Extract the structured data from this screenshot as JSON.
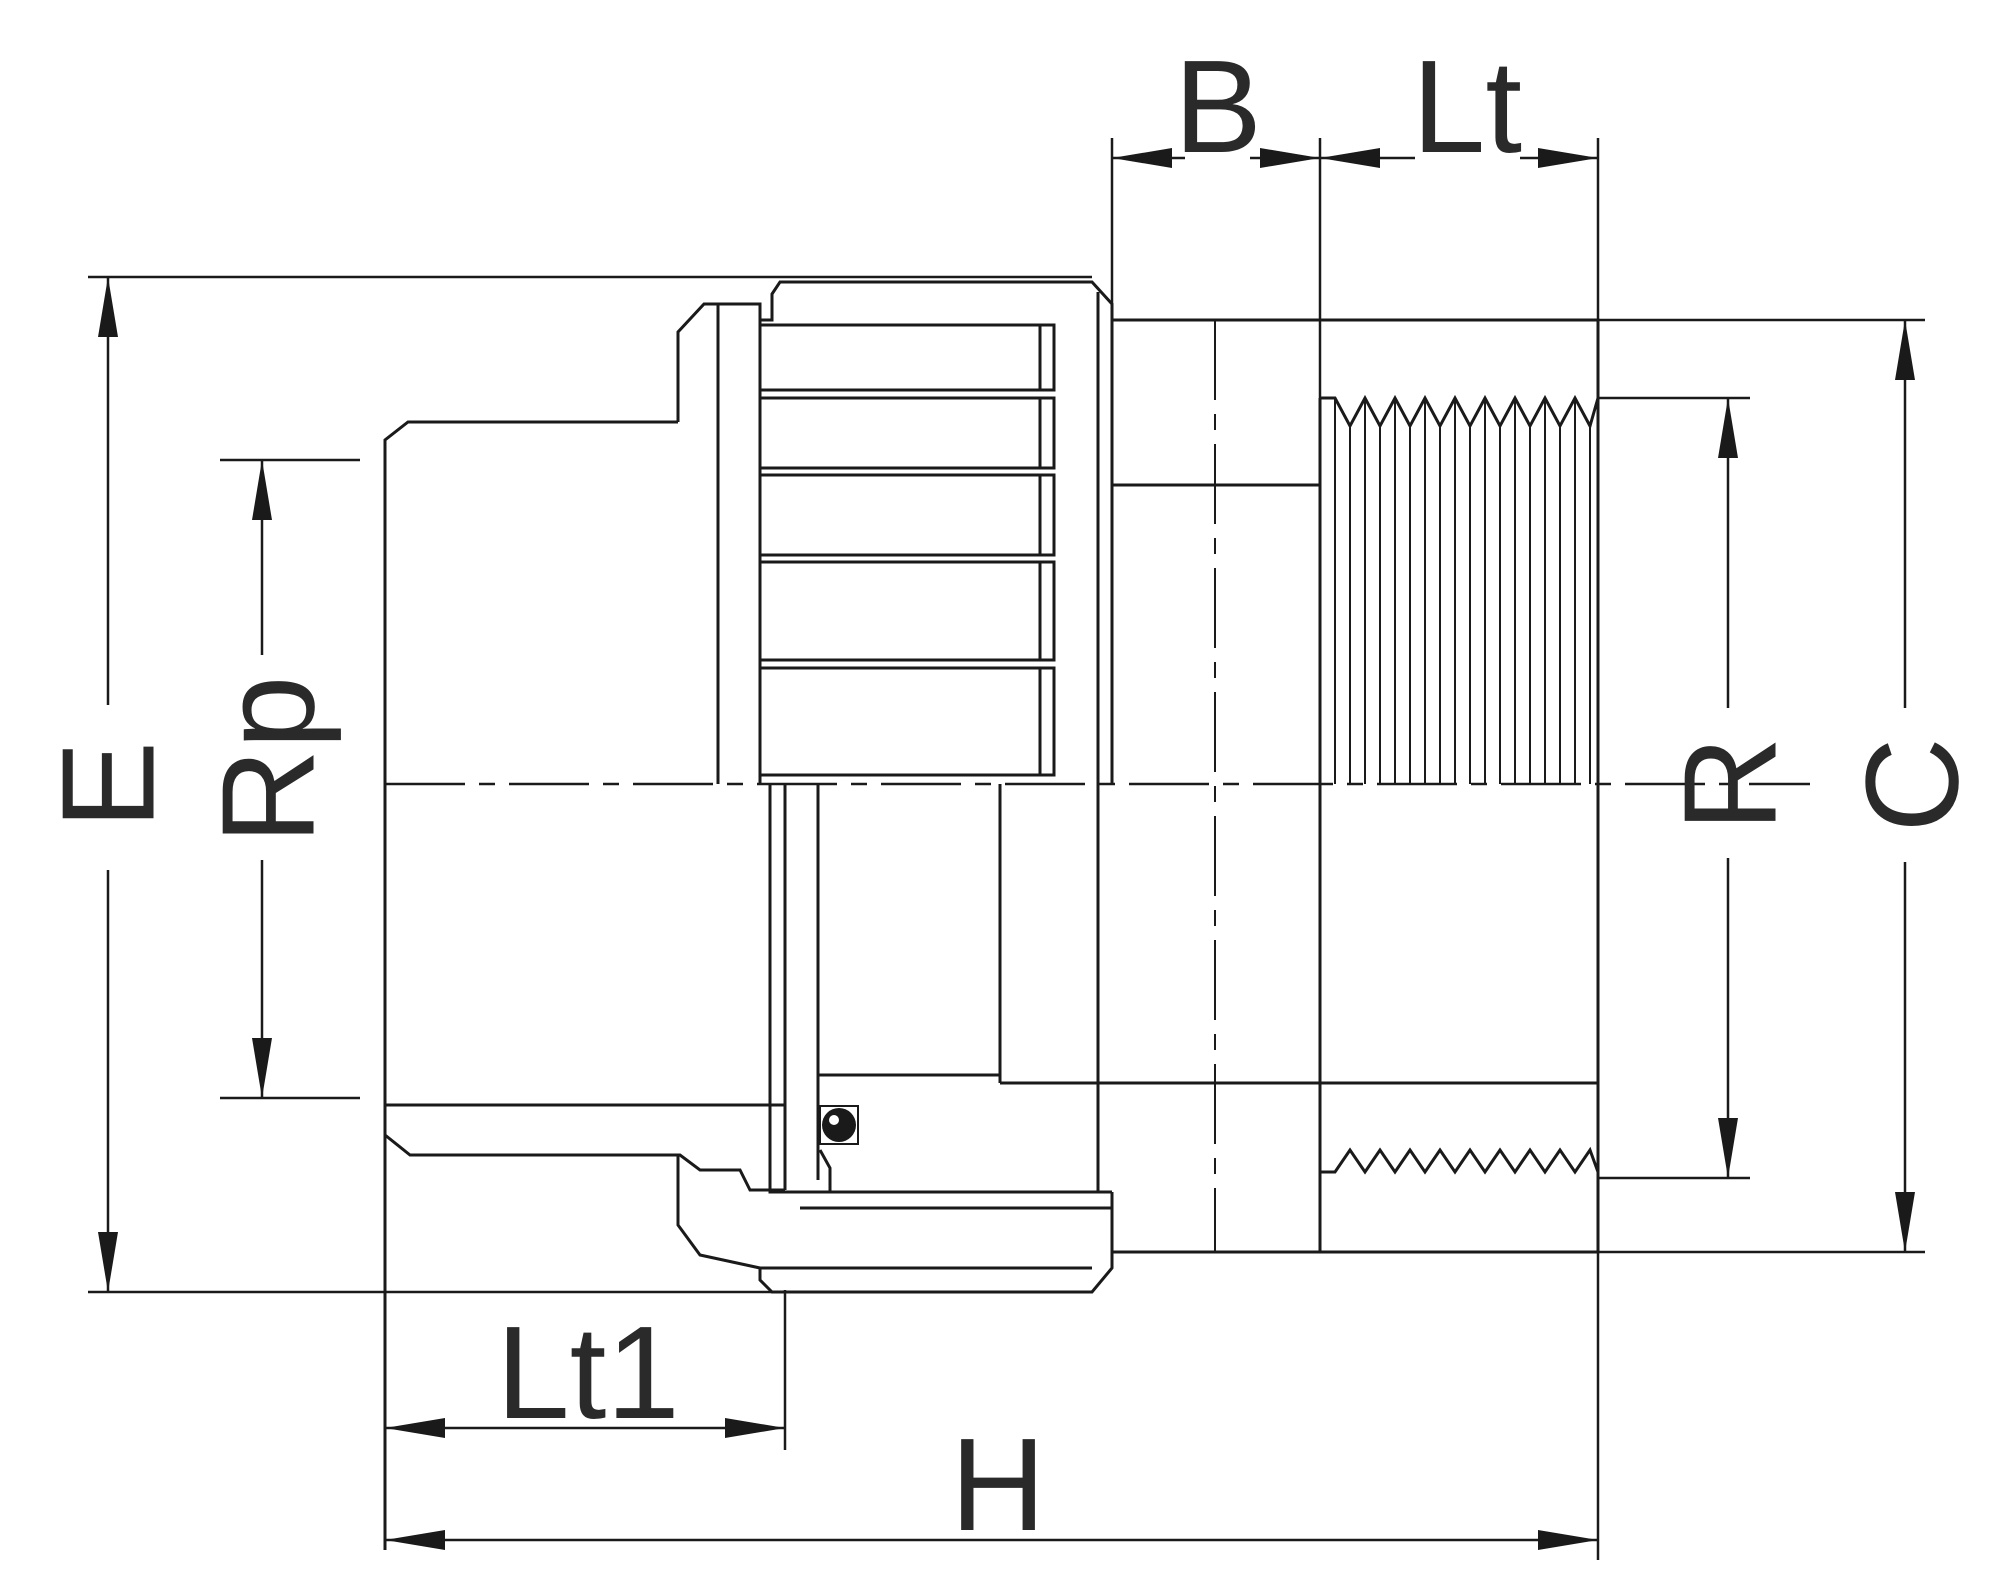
{
  "labels": {
    "B": "B",
    "Lt": "Lt",
    "E": "E",
    "Rp": "Rp",
    "R": "R",
    "C": "C",
    "Lt1": "Lt1",
    "H": "H"
  },
  "colors": {
    "line": "#1a1a1a",
    "text": "#2a2a2a",
    "background": "#ffffff"
  }
}
